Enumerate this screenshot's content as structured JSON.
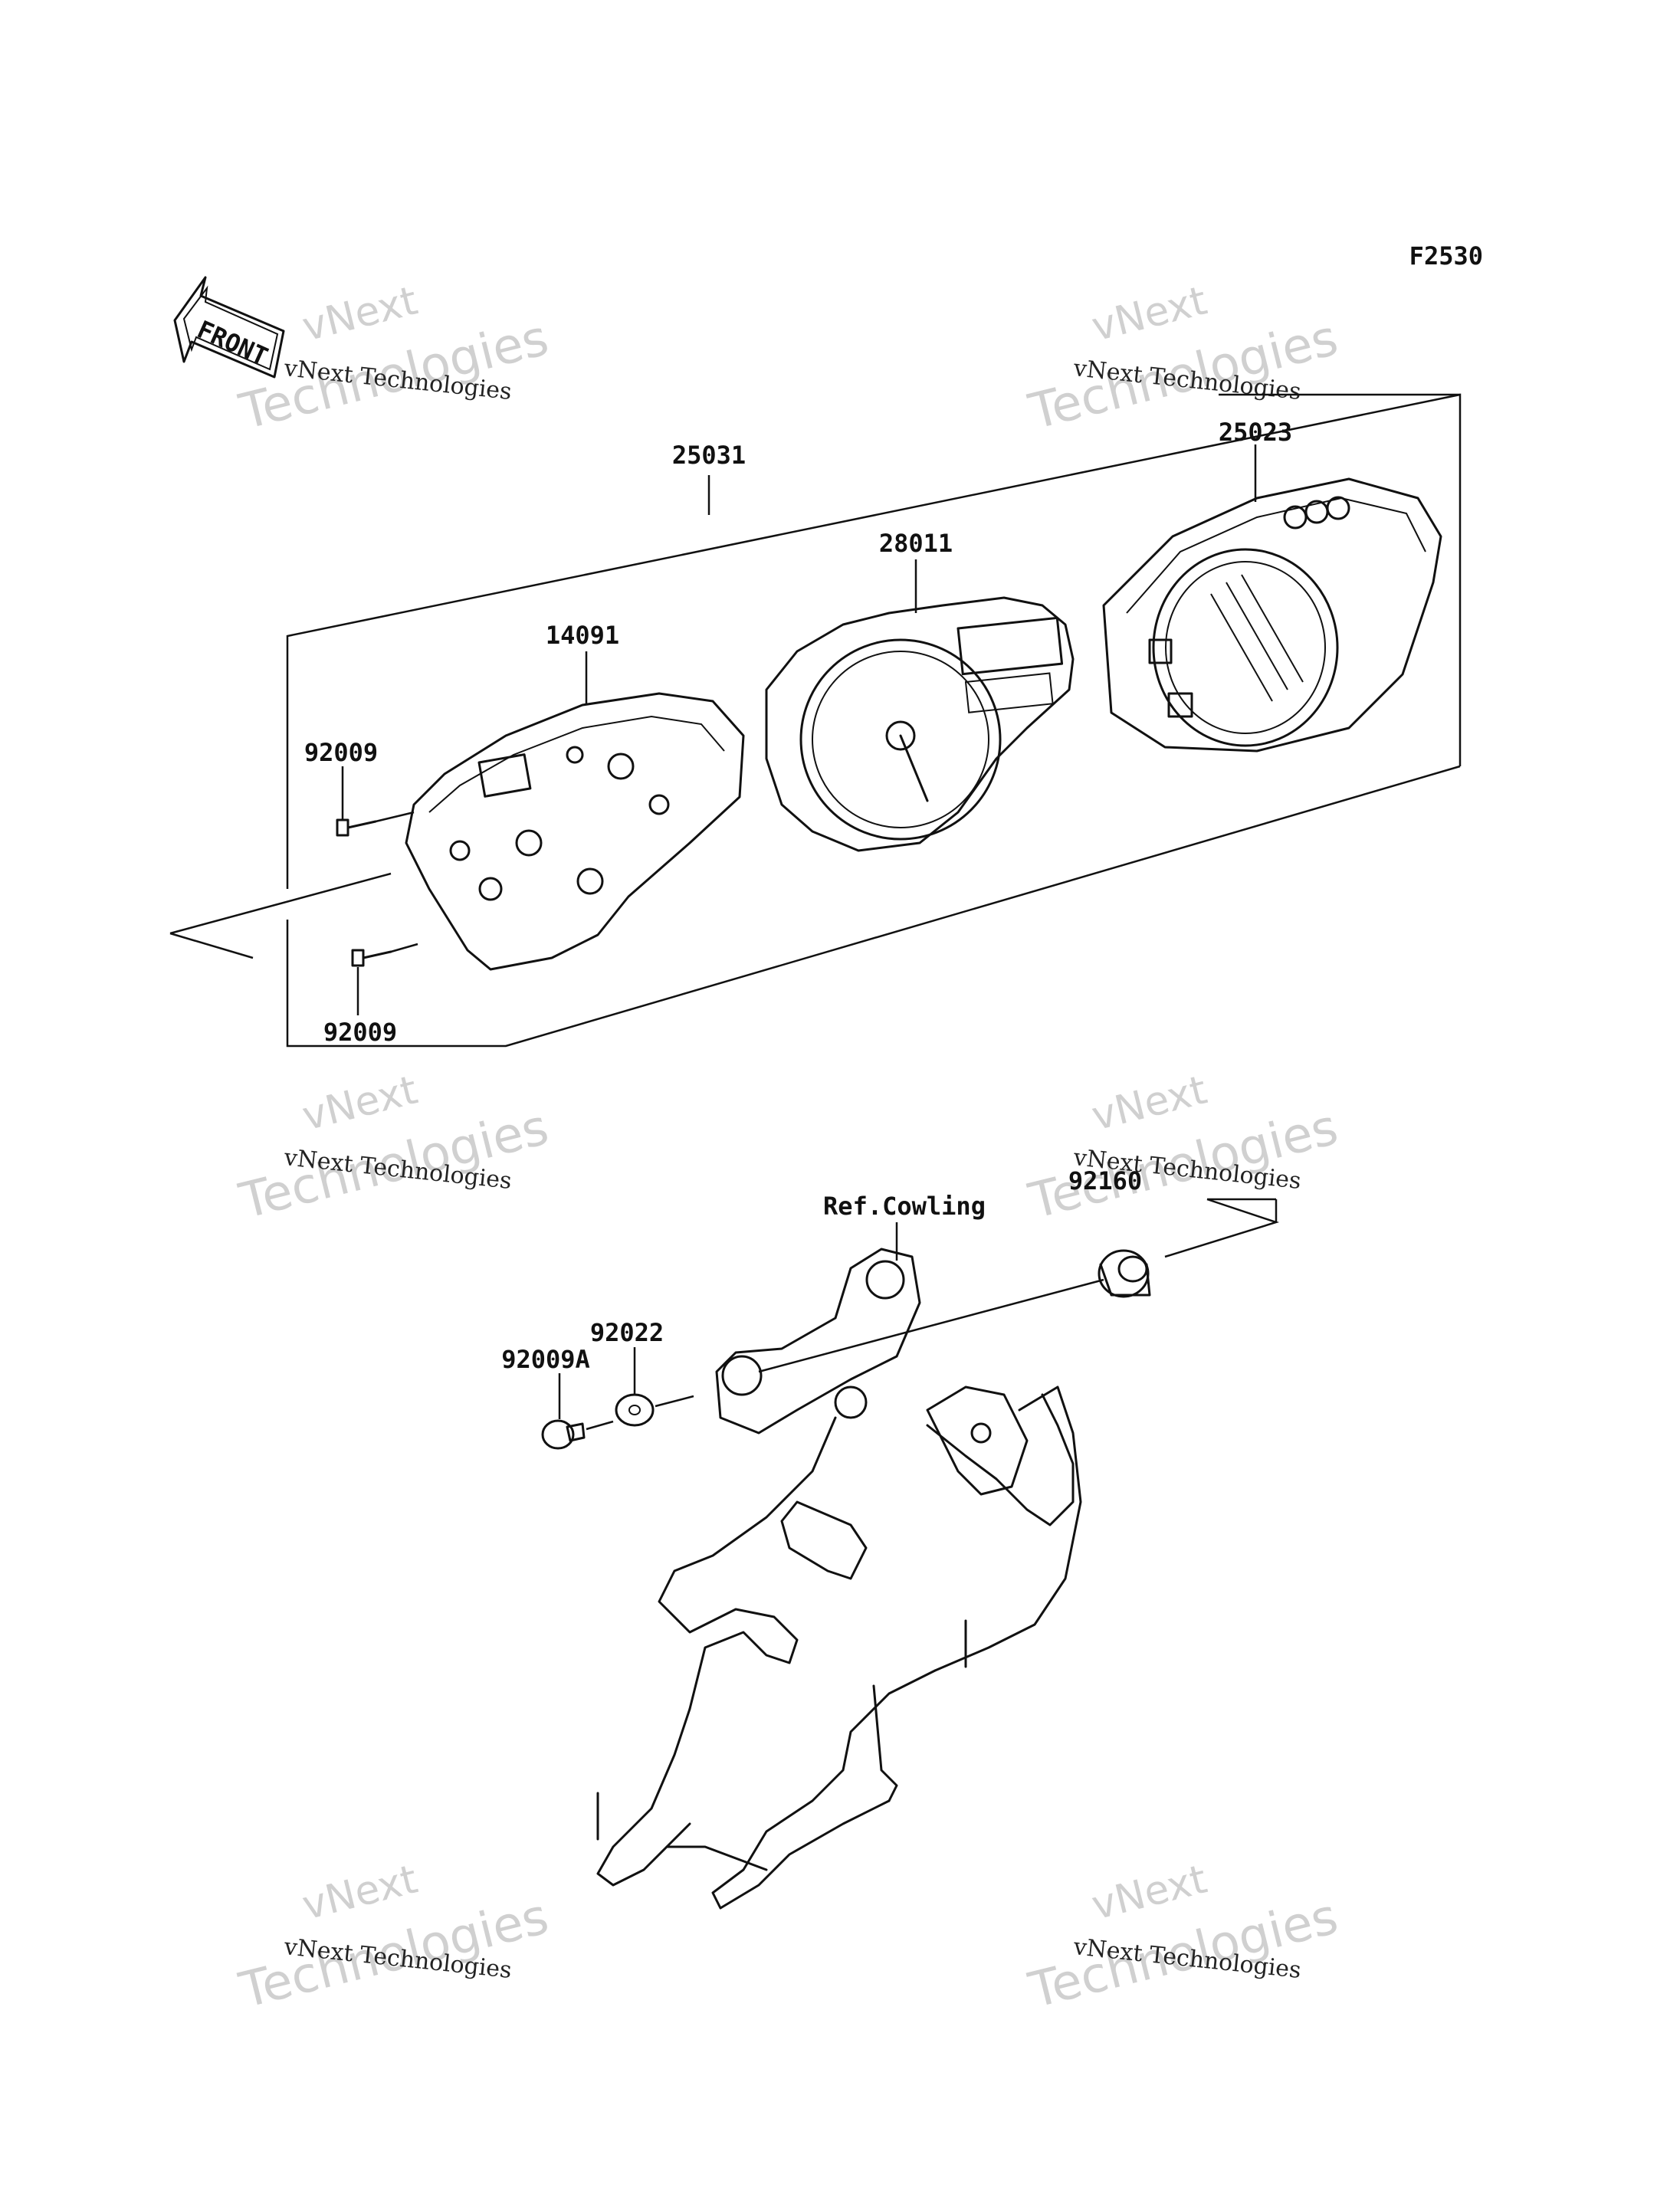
{
  "figure_code": "F2530",
  "front_badge": "FRONT",
  "watermark": {
    "line1": "vNext",
    "line2": "Technologies",
    "caption": "vNext Technologies"
  },
  "callouts": {
    "assembly": "25031",
    "case_cover": "25023",
    "meter_unit": "28011",
    "case_lower": "14091",
    "screw_upper": "92009",
    "screw_lower": "92009",
    "ref_cowling": "Ref.Cowling",
    "damper": "92160",
    "washer": "92022",
    "bolt": "92009A"
  }
}
